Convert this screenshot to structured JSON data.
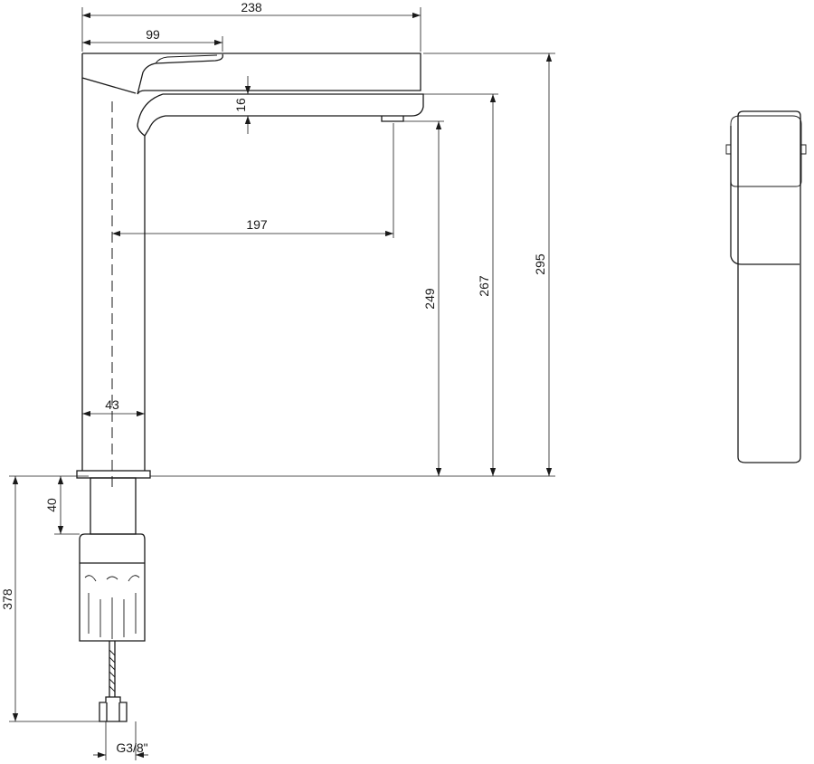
{
  "dimensions": {
    "total_length": "238",
    "handle_length": "99",
    "spout_thickness": "16",
    "spout_reach": "197",
    "body_width": "43",
    "outlet_height": "249",
    "spout_top_height": "267",
    "total_height": "295",
    "shank_height": "40",
    "hose_length": "378",
    "hose_thread": "G3/8\""
  }
}
